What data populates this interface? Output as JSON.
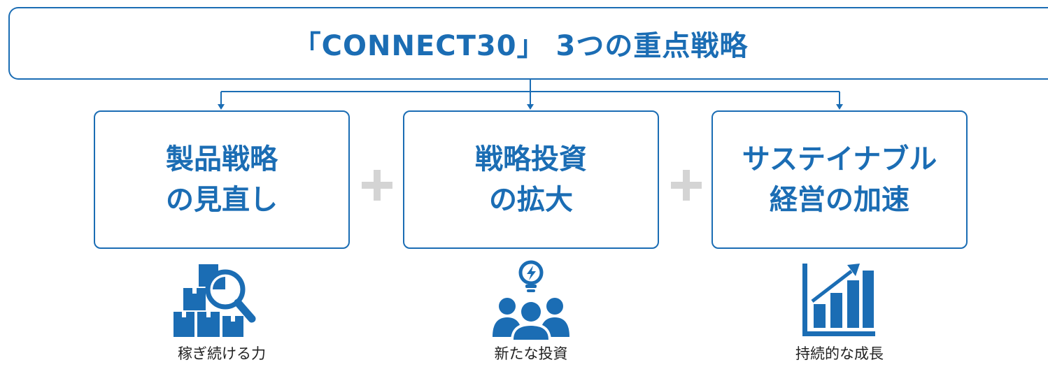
{
  "title": "「CONNECT30」 3つの重点戦略",
  "strategies": [
    {
      "line1": "製品戦略",
      "line2": "の見直し",
      "icon": "boxes-magnifier-icon",
      "caption": "稼ぎ続ける力"
    },
    {
      "line1": "戦略投資",
      "line2": "の拡大",
      "icon": "team-lightbulb-icon",
      "caption": "新たな投資"
    },
    {
      "line1": "サステイナブル",
      "line2": "経営の加速",
      "icon": "growth-chart-icon",
      "caption": "持続的な成長"
    }
  ],
  "colors": {
    "accent": "#1b6db4",
    "plus": "#d4d4d4",
    "caption": "#222222"
  }
}
